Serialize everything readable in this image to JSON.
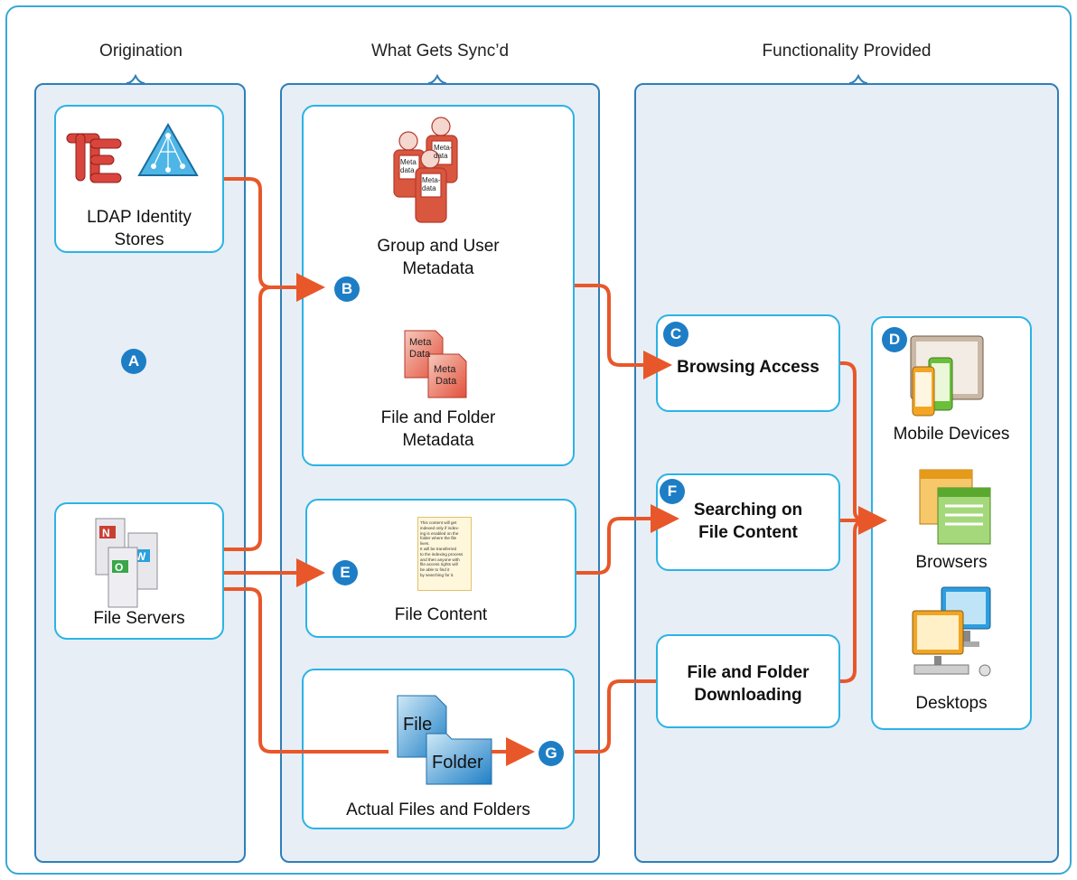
{
  "headers": {
    "origination": "Origination",
    "sync": "What Gets Sync’d",
    "functionality": "Functionality Provided"
  },
  "origination": {
    "ldap_label_1": "LDAP Identity",
    "ldap_label_2": "Stores",
    "file_servers_label": "File Servers",
    "badge_a": "A"
  },
  "sync": {
    "group_user_1": "Group and User",
    "group_user_2": "Metadata",
    "file_folder_meta_1": "File and Folder",
    "file_folder_meta_2": "Metadata",
    "file_content": "File Content",
    "actual_files": "Actual Files and Folders",
    "badge_b": "B",
    "badge_e": "E",
    "badge_g": "G",
    "meta_person_text": "Meta-\ndata",
    "meta_doc_text": "Meta\nData",
    "file_icon_text": "File",
    "folder_icon_text": "Folder",
    "doc_lines": [
      "This content will get",
      "indexed only if index-",
      "ing is enabled on the",
      "folder where the file",
      "lives.",
      "It will be transferred",
      "to the indexing process",
      "and then anyone with",
      "file access rights will",
      "be able to find it",
      "by searching for it."
    ]
  },
  "functionality": {
    "browsing": "Browsing Access",
    "searching_1": "Searching on",
    "searching_2": "File Content",
    "downloading_1": "File and Folder",
    "downloading_2": "Downloading",
    "mobile": "Mobile Devices",
    "browsers": "Browsers",
    "desktops": "Desktops",
    "badge_c": "C",
    "badge_d": "D",
    "badge_f": "F"
  },
  "colors": {
    "arrow": "#e8572a",
    "badge": "#1d7ec6",
    "box_border": "#2bb3e6",
    "column_border": "#2f7fb8",
    "column_fill": "#e8eef6"
  }
}
